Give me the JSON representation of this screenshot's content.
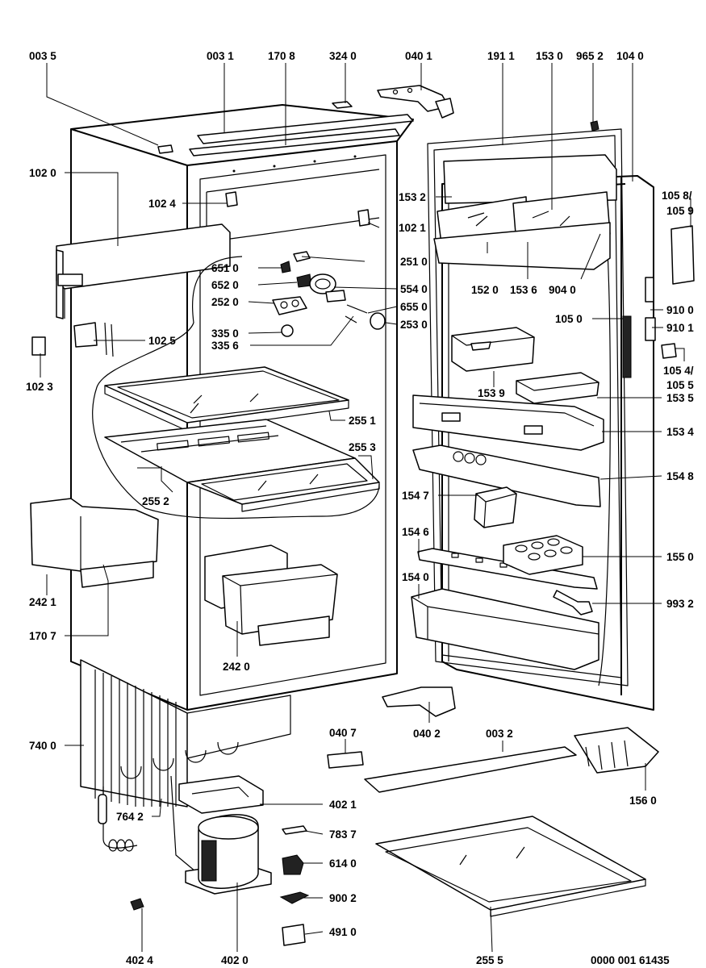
{
  "diagram": {
    "reference_number": "0000 001 61435",
    "labels": {
      "p0035": "003 5",
      "p0031": "003 1",
      "p1708": "170 8",
      "p3240": "324 0",
      "p0401": "040 1",
      "p1911": "191 1",
      "p1530": "153 0",
      "p9652": "965 2",
      "p1040": "104 0",
      "p1020": "102 0",
      "p1024": "102 4",
      "p1532": "153 2",
      "p1058": "105 8/",
      "p1059": "105 9",
      "p1021": "102 1",
      "p6510": "651 0",
      "p2510": "251 0",
      "p6520": "652 0",
      "p5540": "554 0",
      "p2520": "252 0",
      "p6550": "655 0",
      "p3350": "335 0",
      "p2530": "253 0",
      "p3356": "335 6",
      "p1025": "102 5",
      "p1520": "152 0",
      "p1536": "153 6",
      "p9040": "904 0",
      "p9100": "910 0",
      "p1050": "105 0",
      "p9101": "910 1",
      "p1054": "105 4/",
      "p1055b": "105 5",
      "p1023": "102 3",
      "p1539": "153 9",
      "p1535": "153 5",
      "p2551": "255 1",
      "p1534": "153 4",
      "p2553": "255 3",
      "p1548": "154 8",
      "p2552": "255 2",
      "p1547": "154 7",
      "p1546": "154 6",
      "p1550": "155 0",
      "p2421": "242 1",
      "p1540": "154 0",
      "p9932": "993 2",
      "p1707": "170 7",
      "p2420": "242 0",
      "p0407": "040 7",
      "p0402": "040 2",
      "p0032": "003 2",
      "p7400": "740 0",
      "p1560": "156 0",
      "p4021": "402 1",
      "p7642": "764 2",
      "p7837": "783 7",
      "p6140": "614 0",
      "p9002": "900 2",
      "p4910": "491 0",
      "p4024": "402 4",
      "p4020": "402 0",
      "p2555": "255 5"
    }
  }
}
